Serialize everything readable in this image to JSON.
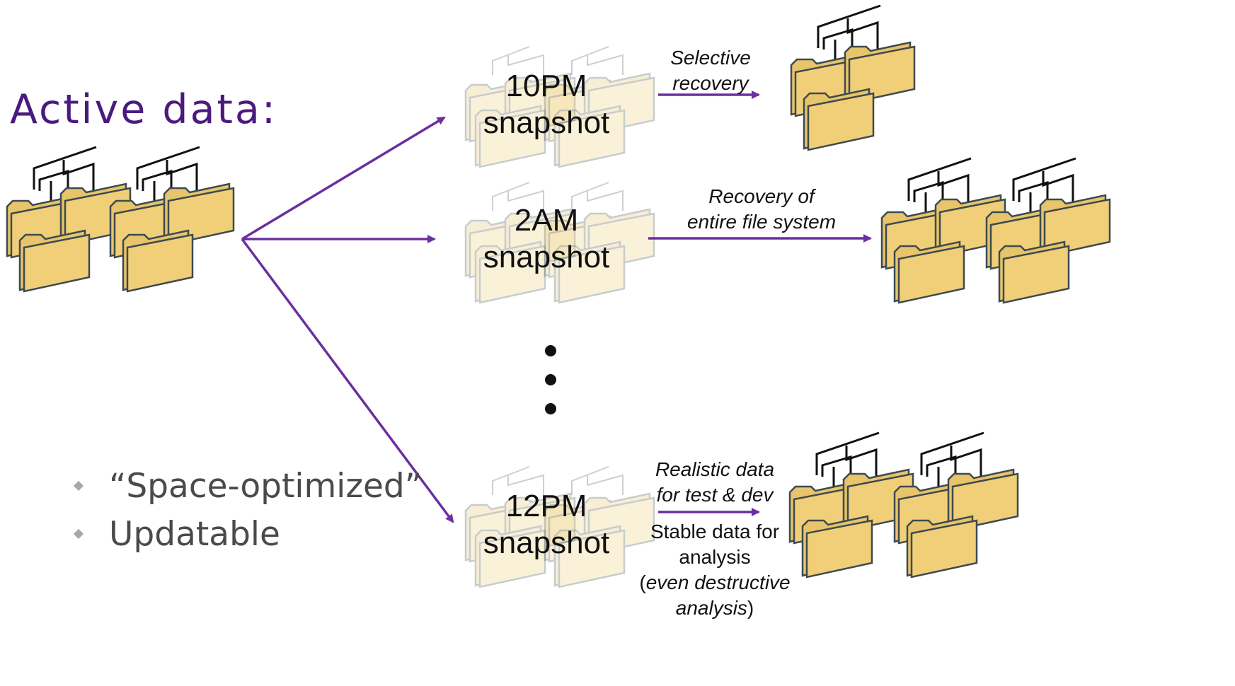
{
  "title": "Active data:",
  "bullets": [
    "“Space-optimized”",
    "Updatable"
  ],
  "snapshots": [
    {
      "line1": "10PM",
      "line2": "snapshot"
    },
    {
      "line1": "2AM",
      "line2": "snapshot"
    },
    {
      "line1": "12PM",
      "line2": "snapshot"
    }
  ],
  "actions": {
    "selective": [
      "Selective",
      "recovery"
    ],
    "entire": [
      "Recovery of",
      "entire file system"
    ],
    "testdev": [
      "Realistic data",
      "for test & dev"
    ],
    "analysis": {
      "line1": "Stable data for",
      "line2": "analysis",
      "line3_open": "(",
      "line3_italic": "even destructive",
      "line4_italic": "analysis",
      "line4_close": ")"
    }
  },
  "colors": {
    "arrow": "#6b2fa0",
    "folder": "#e8c46a",
    "folder_dark": "#c9a24a",
    "title": "#4b1a7e"
  }
}
